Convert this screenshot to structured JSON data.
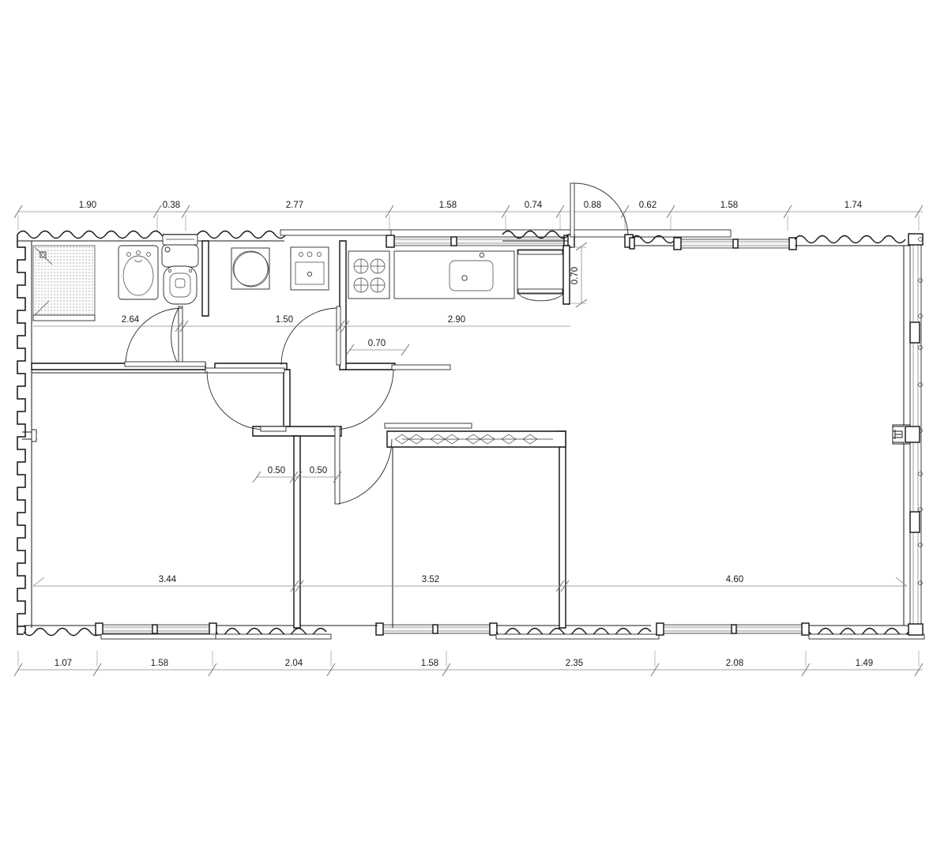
{
  "drawing": {
    "type": "architectural-floor-plan",
    "title": "",
    "units": "meters",
    "scale_note": ""
  },
  "dimensions": {
    "top_chain": [
      {
        "label": "1.90",
        "value": 1.9
      },
      {
        "label": "0.38",
        "value": 0.38
      },
      {
        "label": "2.77",
        "value": 2.77
      },
      {
        "label": "1.58",
        "value": 1.58
      },
      {
        "label": "0.74",
        "value": 0.74
      },
      {
        "label": "0.88",
        "value": 0.88
      },
      {
        "label": "0.62",
        "value": 0.62
      },
      {
        "label": "1.58",
        "value": 1.58
      },
      {
        "label": "1.74",
        "value": 1.74
      }
    ],
    "bottom_chain": [
      {
        "label": "1.07",
        "value": 1.07
      },
      {
        "label": "1.58",
        "value": 1.58
      },
      {
        "label": "2.04",
        "value": 2.04
      },
      {
        "label": "1.58",
        "value": 1.58
      },
      {
        "label": "2.35",
        "value": 2.35
      },
      {
        "label": "2.08",
        "value": 2.08
      },
      {
        "label": "1.49",
        "value": 1.49
      }
    ],
    "interior_upper": [
      {
        "label": "2.64",
        "value": 2.64
      },
      {
        "label": "1.50",
        "value": 1.5
      },
      {
        "label": "2.90",
        "value": 2.9
      }
    ],
    "interior_lower": [
      {
        "label": "3.44",
        "value": 3.44
      },
      {
        "label": "3.52",
        "value": 3.52
      },
      {
        "label": "4.60",
        "value": 4.6
      }
    ],
    "small_offsets": [
      {
        "label": "0.70",
        "value": 0.7
      },
      {
        "label": "0.50",
        "value": 0.5
      },
      {
        "label": "0.50",
        "value": 0.5
      }
    ],
    "vertical_right_of_kitchen": {
      "label": "0.70",
      "value": 0.7
    }
  },
  "fixtures": {
    "shower": {
      "name": "shower-tray",
      "hatch": "tiled-dot-grid"
    },
    "bidet": {
      "name": "bidet"
    },
    "toilet": {
      "name": "toilet-wc"
    },
    "washing_machine": {
      "name": "washing-machine"
    },
    "bathroom_sink": {
      "name": "bathroom-sink",
      "taps": 3
    },
    "cooktop": {
      "name": "cooktop",
      "burners": 4
    },
    "kitchen_counter": {
      "name": "kitchen-counter"
    },
    "kitchen_sink": {
      "name": "kitchen-sink"
    },
    "refrigerator": {
      "name": "refrigerator"
    },
    "decorative_screen": {
      "name": "decorative-screen-panel",
      "motif_count": 8
    }
  },
  "openings": {
    "entry_door": {
      "name": "entry-door",
      "width_label": "0.88"
    },
    "bathroom_door": {
      "name": "bathroom-door"
    },
    "kitchen_door": {
      "name": "kitchen-door"
    },
    "bedroom_left_door": {
      "name": "bedroom-left-door"
    },
    "bedroom_right_door": {
      "name": "bedroom-right-door"
    },
    "left_wall_window": {
      "name": "left-wall-window"
    },
    "right_wall_glazing": {
      "name": "right-wall-glazing"
    },
    "right_wall_door": {
      "name": "right-wall-door"
    }
  },
  "colors": {
    "ink": "#111111",
    "dim_gray": "#8a8a8a",
    "glass_fill": "#f2f3f4",
    "paper": "#ffffff"
  }
}
